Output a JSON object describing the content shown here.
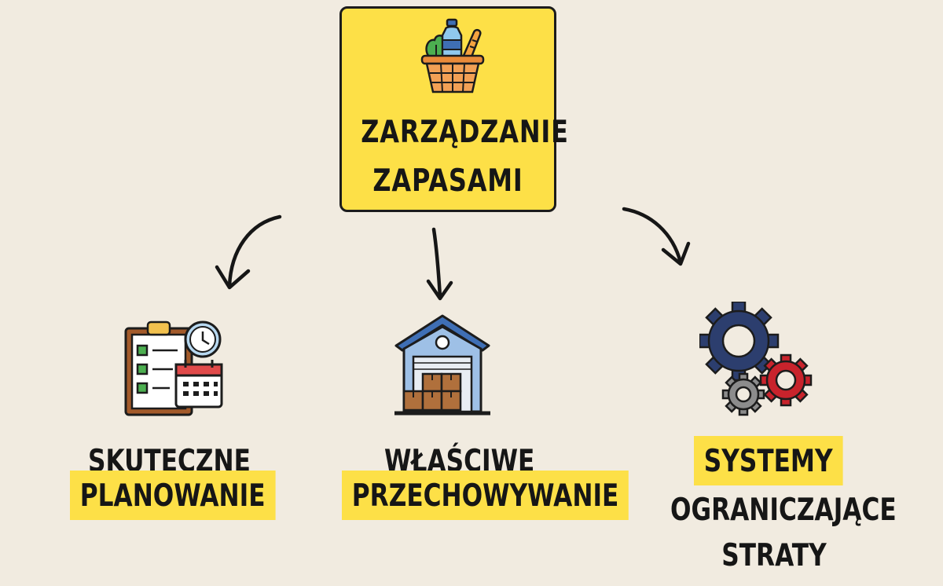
{
  "center": {
    "title_line1": "ZARZĄDZANIE",
    "title_line2": "ZAPASAMI",
    "icon": "grocery-basket-icon"
  },
  "items": [
    {
      "icon": "checklist-calendar-clock-icon",
      "line1": "SKUTECZNE",
      "line2": "PLANOWANIE"
    },
    {
      "icon": "warehouse-icon",
      "line1": "WŁAŚCIWE",
      "line2": "PRZECHOWYWANIE"
    },
    {
      "icon": "gears-icon",
      "line1": "SYSTEMY",
      "line2": "OGRANICZAJĄCE",
      "line3": "STRATY"
    }
  ],
  "colors": {
    "background": "#f1ebe0",
    "highlight": "#fde047",
    "outline": "#1c1c1c",
    "gear_blue": "#2c3e6e",
    "gear_red": "#c8232c",
    "gear_gray": "#8c8c8c",
    "warehouse_blue": "#6f95c7",
    "box_brown": "#b0703c"
  }
}
